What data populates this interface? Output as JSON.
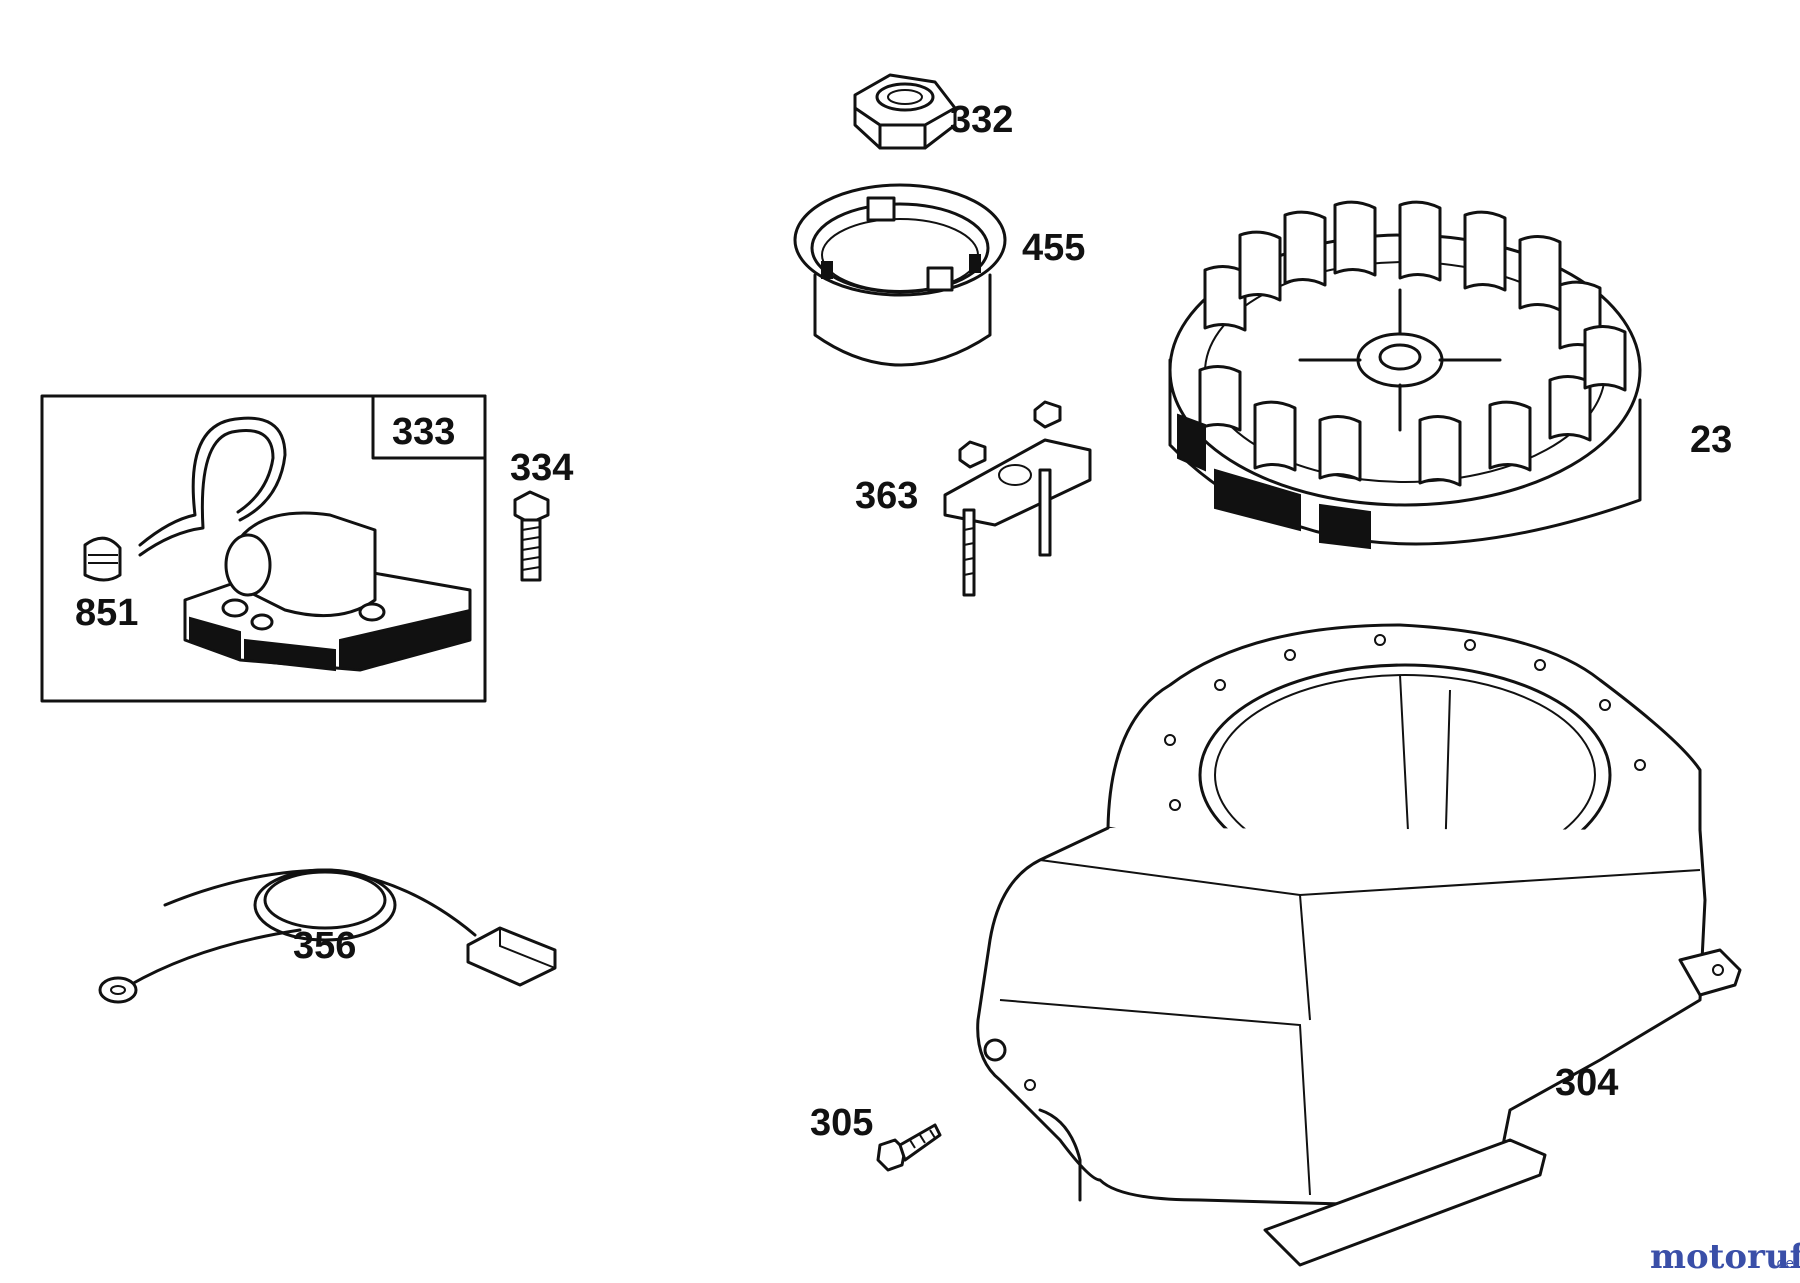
{
  "labels": {
    "p332": "332",
    "p455": "455",
    "p23": "23",
    "p333": "333",
    "p334": "334",
    "p851": "851",
    "p363": "363",
    "p356": "356",
    "p305": "305",
    "p304": "304"
  },
  "watermark": {
    "brand": "motoruf",
    "suffix": ".de",
    "brand_color": "#3a4fa8",
    "accent_color": "#d9822b"
  }
}
